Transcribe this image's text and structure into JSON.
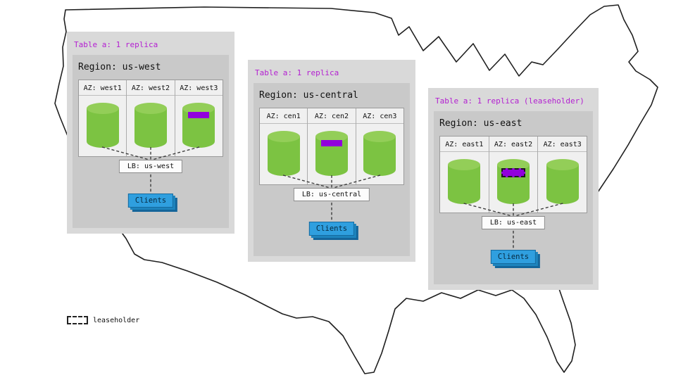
{
  "legend": {
    "label": "leaseholder"
  },
  "colors": {
    "replica_green": "#7cc342",
    "marker_purple": "#9100dd",
    "table_label_purple": "#b31fd1",
    "clients_blue": "#2f9fdf",
    "panel_gray": "#d9d9d9",
    "region_gray": "#c9c9c9"
  },
  "regions": [
    {
      "table_label": "Table a: 1 replica",
      "region_label": "Region: us-west",
      "azs": [
        {
          "label": "AZ: west1",
          "marker": "none"
        },
        {
          "label": "AZ: west2",
          "marker": "none"
        },
        {
          "label": "AZ: west3",
          "marker": "replica"
        }
      ],
      "lb_label": "LB: us-west",
      "clients_label": "Clients"
    },
    {
      "table_label": "Table a: 1 replica",
      "region_label": "Region: us-central",
      "azs": [
        {
          "label": "AZ: cen1",
          "marker": "none"
        },
        {
          "label": "AZ: cen2",
          "marker": "replica"
        },
        {
          "label": "AZ: cen3",
          "marker": "none"
        }
      ],
      "lb_label": "LB: us-central",
      "clients_label": "Clients"
    },
    {
      "table_label": "Table a: 1 replica (leaseholder)",
      "region_label": "Region: us-east",
      "azs": [
        {
          "label": "AZ: east1",
          "marker": "none"
        },
        {
          "label": "AZ: east2",
          "marker": "leaseholder"
        },
        {
          "label": "AZ: east3",
          "marker": "none"
        }
      ],
      "lb_label": "LB: us-east",
      "clients_label": "Clients"
    }
  ]
}
